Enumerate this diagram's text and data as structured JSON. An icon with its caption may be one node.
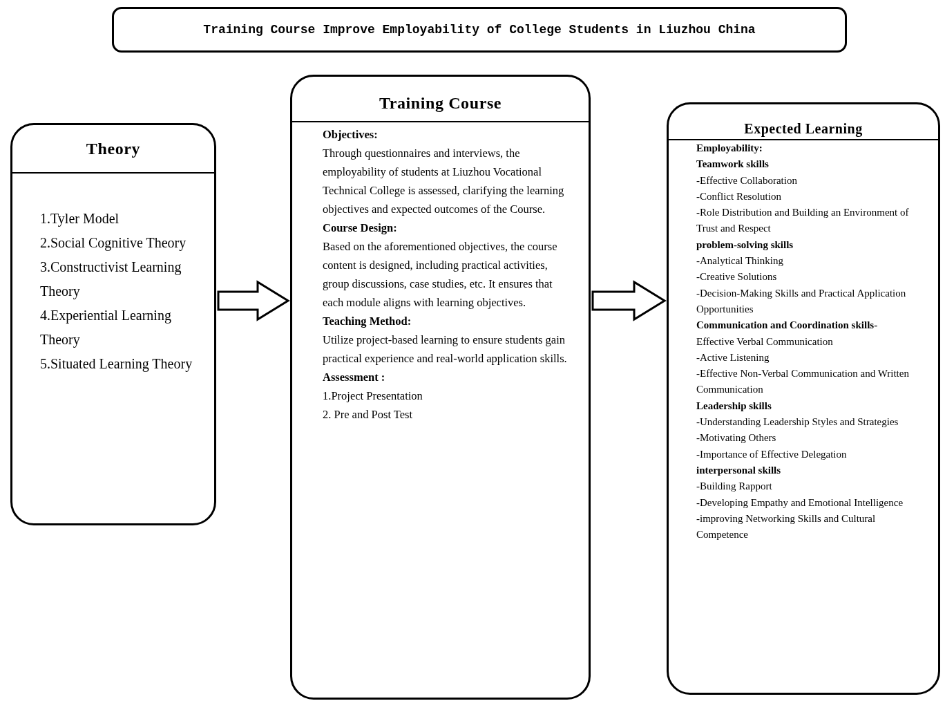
{
  "diagram": {
    "title": "Training Course Improve Employability of College Students in Liuzhou China",
    "nodes": [
      {
        "text": [
          "Theory",
          "1.Tyler Model",
          "2.Social Cognitive Theory",
          "3.Constructivist Learning Theory",
          "4.Experiential Learning Theory",
          "5.Situated Learning Theory"
        ]
      },
      {
        "text": [
          "Training Course",
          "Objectives:",
          "Through questionnaires and interviews, the employability of students at Liuzhou Vocational Technical College is assessed, clarifying the learning objectives and expected outcomes of the Course.",
          "Course Design:",
          "Based on the aforementioned objectives, the course content is designed, including practical activities, group discussions, case studies, etc. It ensures that each module aligns with learning objectives.",
          "Teaching Method:",
          "Utilize project-based learning to ensure students gain practical experience and real-world application skills.",
          "Assessment :",
          "1.Project Presentation",
          "2. Pre and Post Test"
        ]
      },
      {
        "text": [
          "Expected Learning",
          "Employability:",
          "Teamwork skills",
          "-Effective Collaboration",
          "-Conflict Resolution",
          "-Role Distribution and Building an Environment of Trust and Respect",
          "problem-solving skills",
          "-Analytical Thinking",
          "-Creative Solutions",
          "-Decision-Making Skills and Practical Application Opportunities",
          "Communication and Coordination skills-",
          "Effective Verbal Communication",
          "-Active Listening",
          "-Effective Non-Verbal Communication and Written Communication",
          "Leadership skills",
          "-Understanding Leadership Styles and Strategies",
          "-Motivating Others",
          "-Importance of Effective Delegation",
          "interpersonal skills",
          "-Building Rapport",
          "-Developing Empathy and Emotional Intelligence",
          "-improving Networking Skills and Cultural Competence"
        ]
      }
    ],
    "edges": [
      {
        "from": 0,
        "to": 1,
        "arrow": "to"
      },
      {
        "from": 1,
        "to": 2,
        "arrow": "to"
      }
    ]
  }
}
